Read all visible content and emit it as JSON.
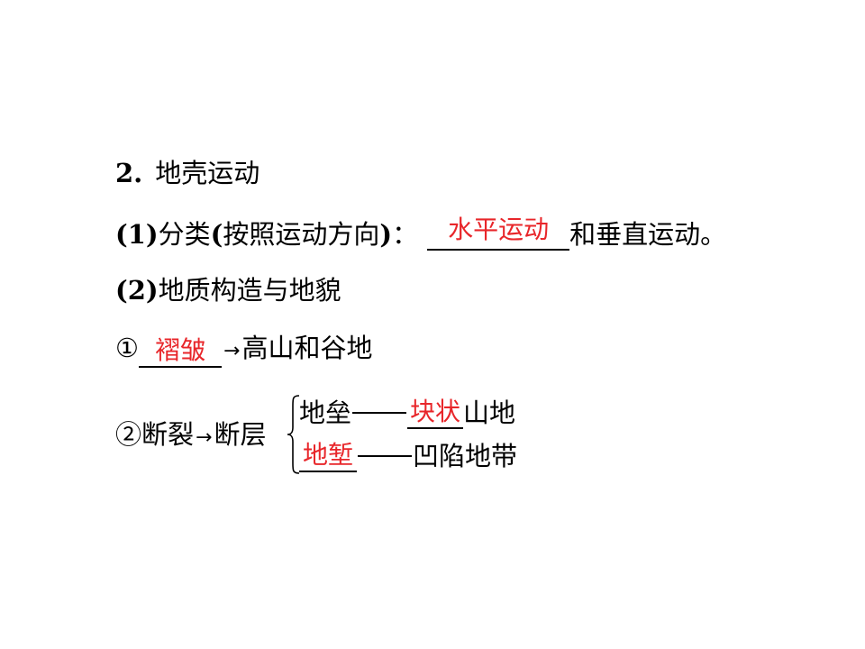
{
  "heading": {
    "number": "2.",
    "title": "地壳运动"
  },
  "item1": {
    "prefix": "(1)",
    "label": "分类",
    "paren_open": "(",
    "paren_text": "按照运动方向",
    "paren_close": ")",
    "colon": "：",
    "answer": "水平运动",
    "suffix": "和垂直运动。"
  },
  "item2": {
    "prefix": "(2)",
    "label": "地质构造与地貌"
  },
  "fold": {
    "marker": "①",
    "answer": "褶皱",
    "arrow": "→",
    "result": "高山和谷地"
  },
  "fault": {
    "marker": "②",
    "label": "断裂",
    "arrow": "→",
    "type": "断层",
    "horst_label": "地垒",
    "horst_answer": "块状",
    "horst_result": "山地",
    "graben_answer": "地堑",
    "graben_result": "凹陷地带"
  }
}
